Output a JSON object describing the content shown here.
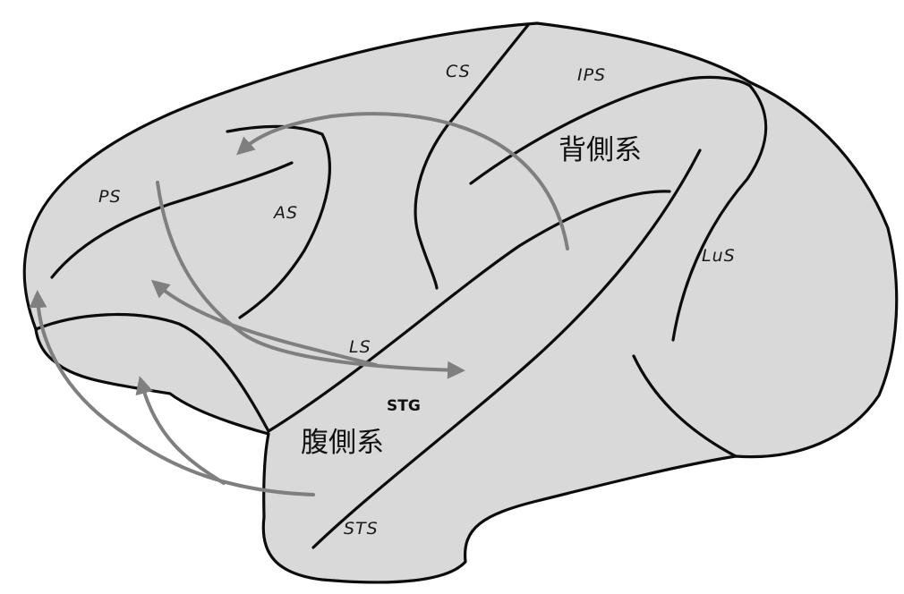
{
  "labels": {
    "cs": "CS",
    "ips": "IPS",
    "ps": "PS",
    "as": "AS",
    "ls": "LS",
    "lus": "LuS",
    "sts": "STS",
    "stg": "STG",
    "dorsal": "背側系",
    "ventral": "腹側系"
  },
  "colors": {
    "brain": "#d9d9d9",
    "outline": "#0c0c0c",
    "arrows": "#7f7f7f",
    "background": "#ffffff"
  }
}
